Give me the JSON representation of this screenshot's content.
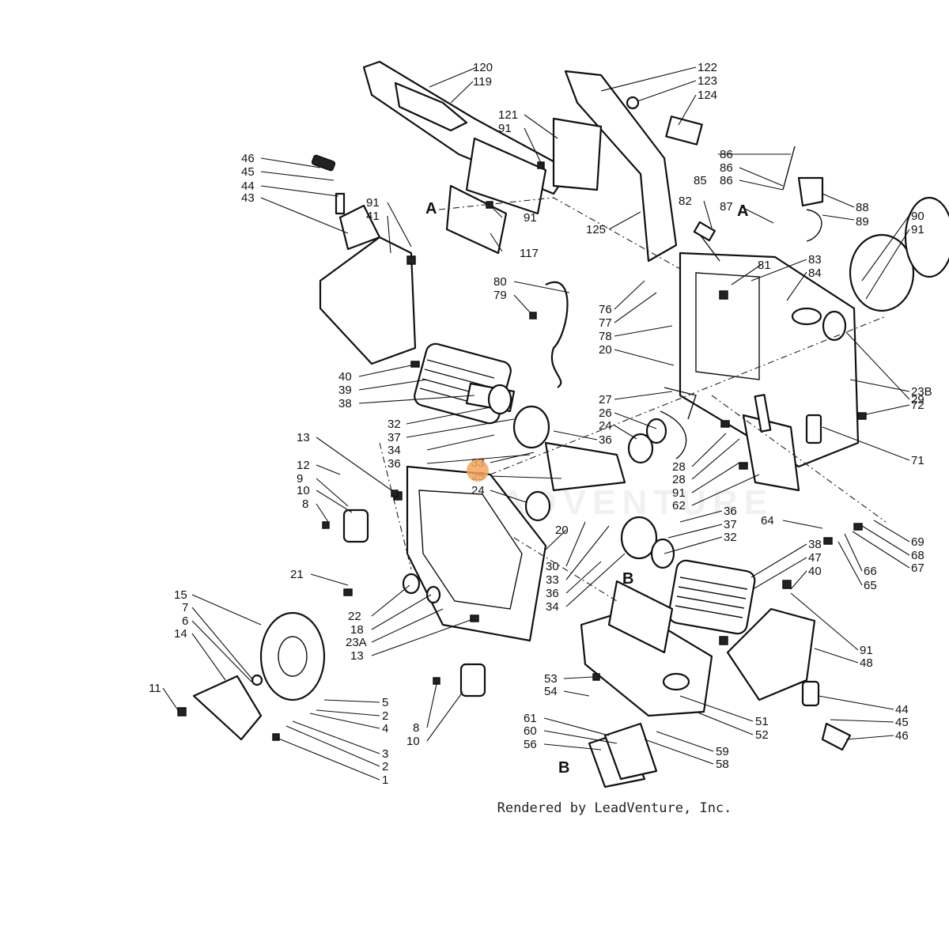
{
  "credit": "Rendered by LeadVenture, Inc.",
  "highlight_color": "#f3a45a",
  "highlighted_part": "25",
  "section_labels": [
    "A",
    "A",
    "B",
    "B"
  ],
  "callouts": [
    "120",
    "119",
    "122",
    "123",
    "124",
    "121",
    "91",
    "46",
    "45",
    "44",
    "43",
    "91",
    "41",
    "86",
    "86",
    "86",
    "85",
    "87",
    "88",
    "89",
    "90",
    "91",
    "91",
    "117",
    "125",
    "82",
    "81",
    "83",
    "84",
    "80",
    "79",
    "76",
    "77",
    "78",
    "20",
    "40",
    "39",
    "38",
    "29",
    "23B",
    "72",
    "27",
    "26",
    "24",
    "32",
    "37",
    "34",
    "36",
    "36",
    "13",
    "12",
    "9",
    "10",
    "8",
    "33",
    "25",
    "24",
    "28",
    "28",
    "91",
    "62",
    "71",
    "64",
    "69",
    "68",
    "67",
    "66",
    "65",
    "36",
    "37",
    "32",
    "20",
    "30",
    "33",
    "36",
    "34",
    "21",
    "38",
    "47",
    "40",
    "91",
    "48",
    "15",
    "7",
    "6",
    "14",
    "22",
    "18",
    "23A",
    "13",
    "11",
    "5",
    "2",
    "4",
    "3",
    "2",
    "1",
    "8",
    "10",
    "53",
    "54",
    "51",
    "52",
    "44",
    "45",
    "46",
    "61",
    "60",
    "56",
    "59",
    "58"
  ]
}
